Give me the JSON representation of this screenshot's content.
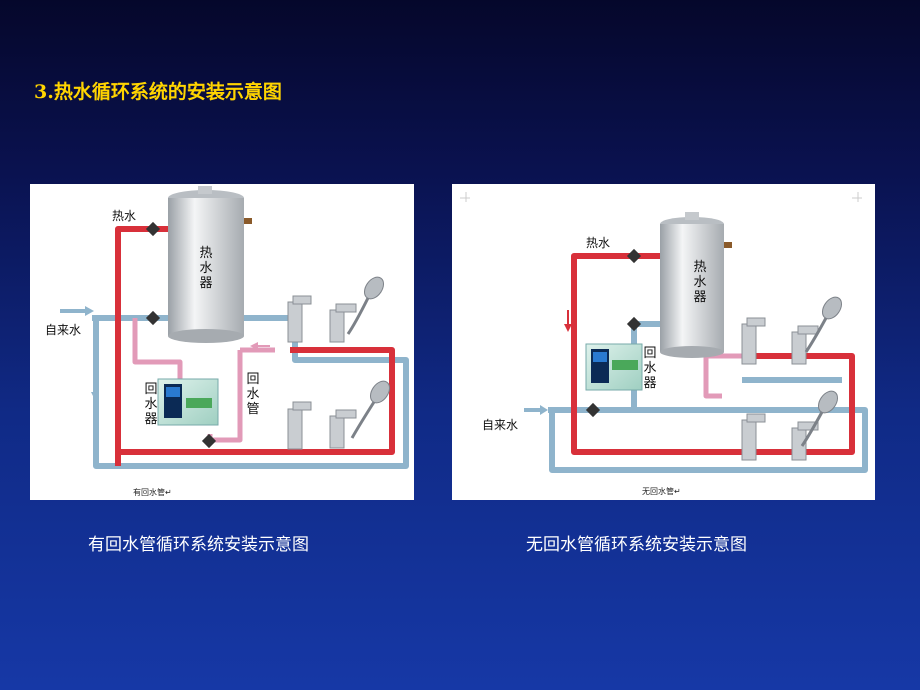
{
  "slide": {
    "title": "3.热水循环系统的安装示意图"
  },
  "left_diagram": {
    "hot_water": "热水",
    "tap_water": "自来水",
    "tank": [
      "热",
      "水",
      "器"
    ],
    "return_device": [
      "回",
      "水",
      "器"
    ],
    "return_pipe": [
      "回",
      "水",
      "管"
    ],
    "small_caption": "有回水管↵",
    "caption": "有回水管循环系统安装示意图"
  },
  "right_diagram": {
    "hot_water": "热水",
    "tap_water": "自来水",
    "tank": [
      "热",
      "水",
      "器"
    ],
    "return_device": [
      "回",
      "水",
      "器"
    ],
    "small_caption": "无回水管↵",
    "caption": "无回水管循环系统安装示意图"
  },
  "colors": {
    "hot_pipe": "#d8303a",
    "cold_pipe": "#8fb4cc",
    "return_pipe": "#e29ab8",
    "title": "#ffd400"
  }
}
